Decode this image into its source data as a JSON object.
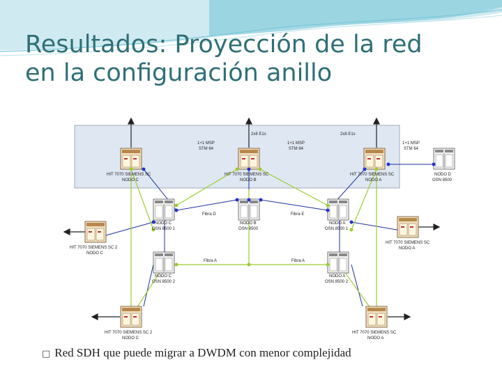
{
  "slide": {
    "title_line1": "Resultados: Proyección de la red",
    "title_line2": "en la configuración anillo",
    "bullet_text": "Red SDH que puede migrar a DWDM con menor complejidad",
    "bullet_glyph": "□"
  },
  "colors": {
    "title": "#2f6f76",
    "region_fill": "#dfe7f3",
    "link_blue": "#1f2fa0",
    "link_green": "#9acd32",
    "node_blue_dot": "#2233cc",
    "wave_teal": "#7cc8d8"
  },
  "diagram": {
    "labels": {
      "msp_left": "1+1 MSP",
      "stm_left": "STM 64",
      "msp_right": "1+1 MSP",
      "stm_right": "STM 64",
      "msp_far": "1+1 MSP",
      "stm_far": "STM 64",
      "top_mid1": "2x8 E1s",
      "top_mid2": "2x8 E1s",
      "sdh_c_name": "HIT 7070 SIEMENS SC",
      "sdh_c_node": "NODO C",
      "sdh_b_name": "HIT 7070 SIEMENS SC",
      "sdh_b_node": "NODO B",
      "sdh_a_name": "HIT 7070 SIEMENS SC",
      "sdh_a_node": "NODO A",
      "osn_d_node": "NODO D",
      "osn_d_model": "OSN 8500",
      "osn_c1_node": "NODO C",
      "osn_c1_model": "OSN 8500 1",
      "osn_b_node": "NODO B",
      "osn_b_model": "OSN 8500",
      "osn_a1_node": "NODO A",
      "osn_a1_model": "OSN 8500 1",
      "osn_c2_node": "NODO C",
      "osn_c2_model": "OSN 8500 2",
      "osn_a2_node": "NODO A",
      "osn_a2_model": "OSN 8500 2",
      "sdh_c2_name": "HIT 7070 SIEMENS SC 2",
      "sdh_c2_node": "NODO C",
      "sdh_a2_name": "HIT 7070 SIEMENS SC",
      "sdh_a2_node": "NODO A",
      "sdh_c3_name": "HIT 7070 SIEMENS SC 2",
      "sdh_c3_node": "NODO C",
      "sdh_a3_name": "HIT 7070 SIEMENS SC",
      "sdh_a3_node": "NODO A",
      "link_cb": "Fibra D",
      "link_ba": "Fibra E",
      "link_ring_l": "Fibra A",
      "link_ring_r": "Fibra A"
    }
  }
}
